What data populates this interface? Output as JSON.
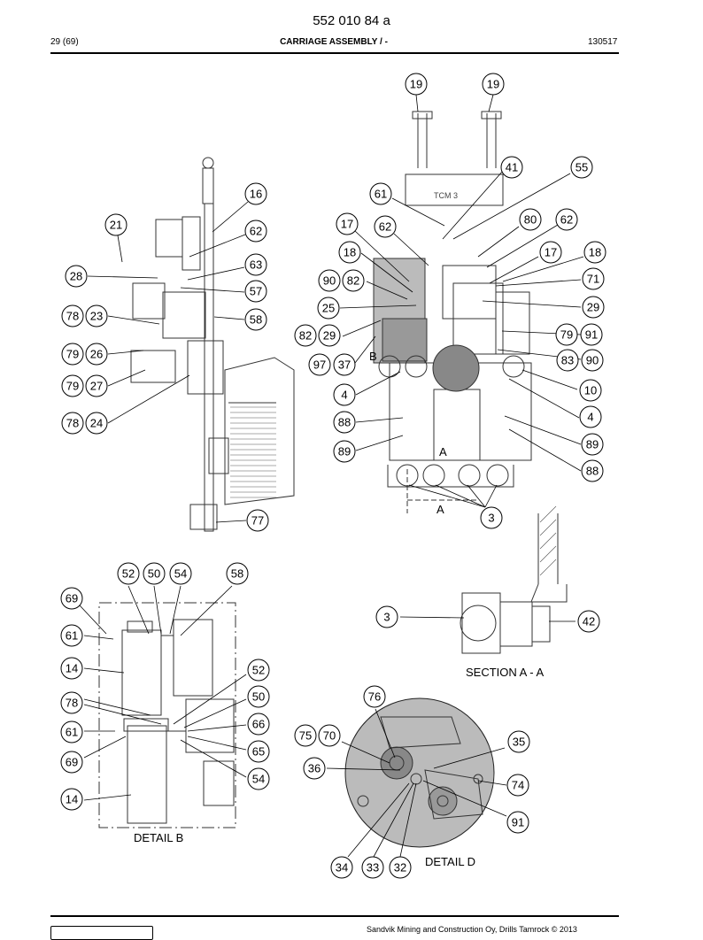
{
  "header": {
    "doc_number": "552 010 84 a",
    "page_count": "29 (69)",
    "title": "CARRIAGE ASSEMBLY / -",
    "date_code": "130517"
  },
  "labels": {
    "detail_b": "DETAIL B",
    "detail_d": "DETAIL D",
    "section_aa": "SECTION A - A",
    "view_a_top": "A",
    "view_a_bottom": "A",
    "view_b": "B",
    "plate_text": "TCM 3"
  },
  "balloons": {
    "left_view": [
      "16",
      "21",
      "62",
      "63",
      "28",
      "57",
      "78",
      "23",
      "58",
      "79",
      "26",
      "79",
      "27",
      "78",
      "24",
      "77"
    ],
    "right_view": [
      "19",
      "19",
      "41",
      "55",
      "61",
      "17",
      "62",
      "80",
      "62",
      "18",
      "17",
      "18",
      "90",
      "82",
      "71",
      "25",
      "29",
      "82",
      "29",
      "79",
      "91",
      "97",
      "37",
      "83",
      "90",
      "4",
      "10",
      "4",
      "88",
      "89",
      "89",
      "88",
      "3"
    ],
    "detail_b": [
      "52",
      "50",
      "54",
      "58",
      "69",
      "61",
      "14",
      "52",
      "50",
      "78",
      "66",
      "61",
      "65",
      "69",
      "54",
      "14"
    ],
    "section_aa": [
      "3",
      "42"
    ],
    "detail_d": [
      "76",
      "75",
      "70",
      "35",
      "36",
      "74",
      "91",
      "34",
      "33",
      "32"
    ]
  },
  "footer": {
    "text": "Sandvik Mining and Construction Oy, Drills Tamrock © 2013"
  }
}
